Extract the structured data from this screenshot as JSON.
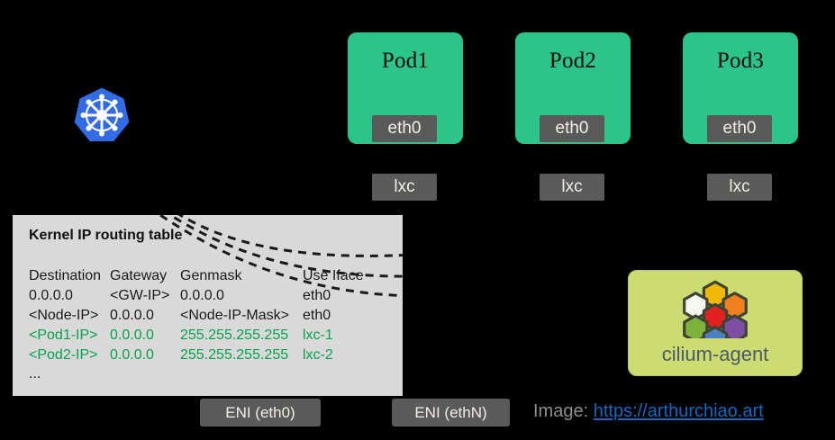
{
  "diagram": {
    "logos": {
      "kubernetes": "kubernetes-logo",
      "cilium": "cilium-logo"
    },
    "pods": [
      {
        "title": "Pod1",
        "eth": "eth0",
        "lxc": "lxc"
      },
      {
        "title": "Pod2",
        "eth": "eth0",
        "lxc": "lxc"
      },
      {
        "title": "Pod3",
        "eth": "eth0",
        "lxc": "lxc"
      }
    ],
    "routing_table": {
      "title": "Kernel IP routing table",
      "columns": [
        "Destination",
        "Gateway",
        "Genmask",
        "Use Iface"
      ],
      "rows": [
        {
          "destination": "0.0.0.0",
          "gateway": "<GW-IP>",
          "genmask": "0.0.0.0",
          "iface": "eth0",
          "highlight": false
        },
        {
          "destination": "<Node-IP>",
          "gateway": "0.0.0.0",
          "genmask": "<Node-IP-Mask>",
          "iface": "eth0",
          "highlight": false
        },
        {
          "destination": "<Pod1-IP>",
          "gateway": "0.0.0.0",
          "genmask": "255.255.255.255",
          "iface": "lxc-1",
          "highlight": true
        },
        {
          "destination": "<Pod2-IP>",
          "gateway": "0.0.0.0",
          "genmask": "255.255.255.255",
          "iface": "lxc-2",
          "highlight": true
        }
      ],
      "ellipsis": "..."
    },
    "cilium_agent": {
      "label": "cilium-agent"
    },
    "enis": [
      {
        "label": "ENI (eth0)"
      },
      {
        "label": "ENI (ethN)"
      }
    ],
    "credit": {
      "prefix": "Image: ",
      "link_text": "https://arthurchiao.art"
    },
    "colors": {
      "background": "#000000",
      "pod_green": "#2bc48a",
      "interface_gray": "#5a5a5a",
      "panel_gray": "#d9d9d9",
      "route_green": "#07a24c",
      "cilium_green": "#cddc72",
      "link_blue": "#1568c0",
      "credit_gray": "#8d8d8d",
      "k8s_blue": "#326ce5"
    }
  }
}
